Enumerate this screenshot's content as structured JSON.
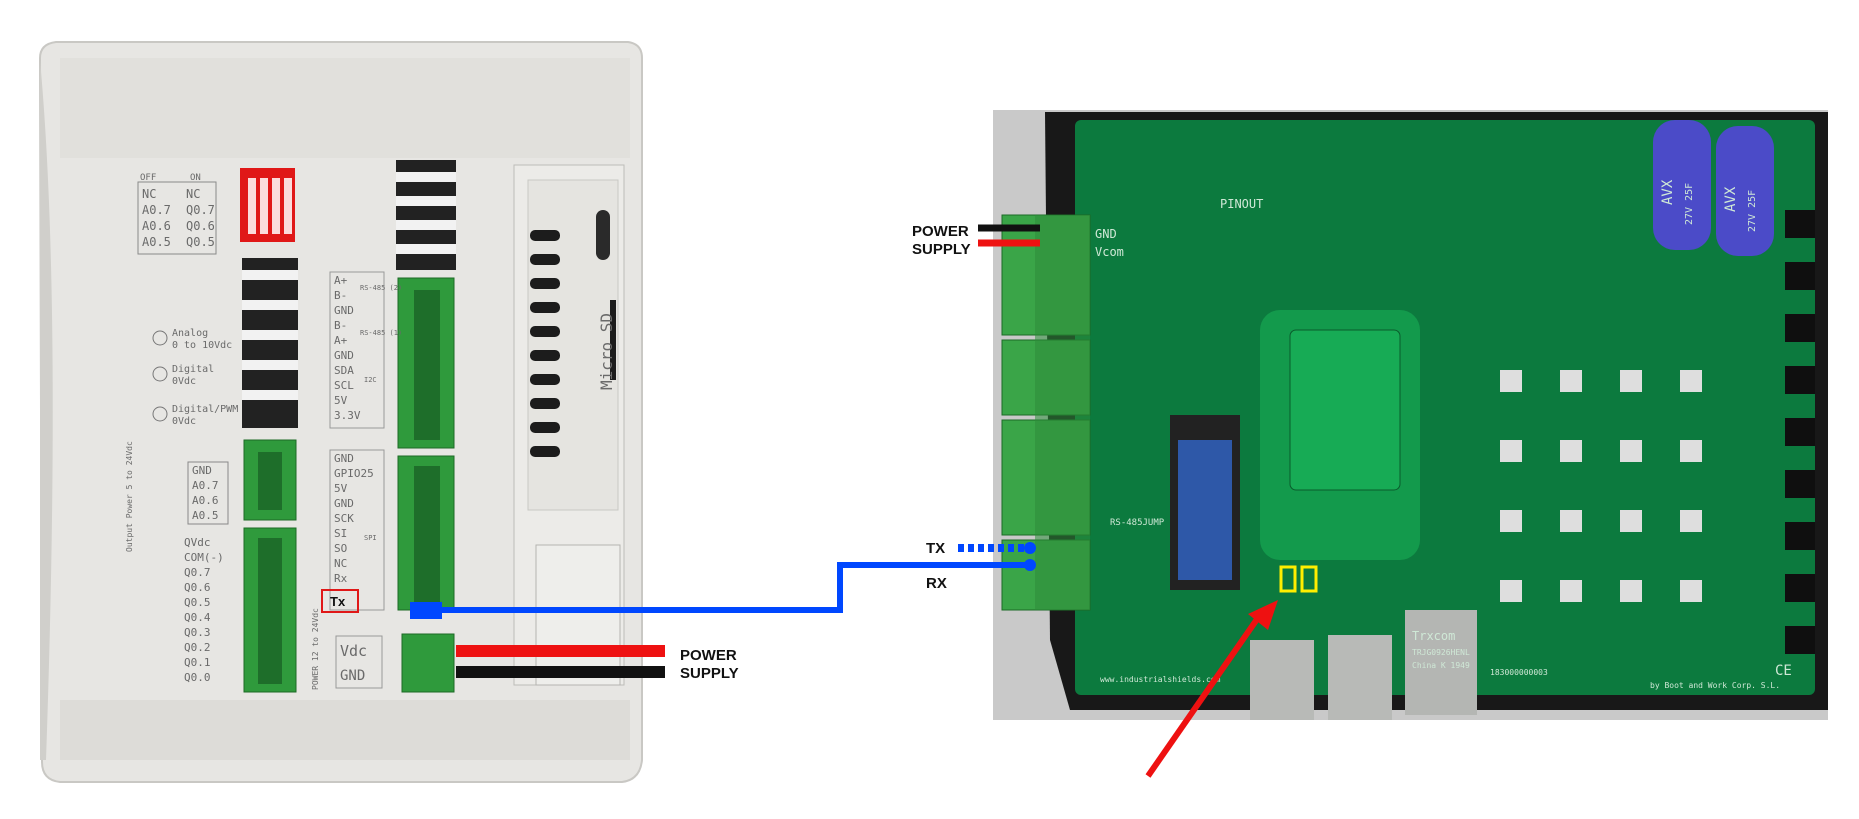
{
  "labels": {
    "power_left": "POWER",
    "supply_left": "SUPPLY",
    "power_right": "POWER",
    "supply_right": "SUPPLY",
    "tx_board": "TX",
    "rx_board": "RX",
    "tx_plc": "Tx"
  },
  "plc": {
    "micro_sd": "Micro SD",
    "dip_left": {
      "off": "OFF",
      "on": "ON",
      "rows": [
        [
          "NC",
          "NC"
        ],
        [
          "A0.7",
          "Q0.7"
        ],
        [
          "A0.6",
          "Q0.6"
        ],
        [
          "A0.5",
          "Q0.5"
        ]
      ]
    },
    "legend": {
      "analog": "Analog",
      "analog_range": "0 to 10Vdc",
      "digital": "Digital",
      "digital_range": "0Vdc",
      "digital_pwm": "Digital/PWM",
      "digital_pwm_range": "0Vdc"
    },
    "inputs": [
      "GND",
      "A0.7",
      "A0.6",
      "A0.5"
    ],
    "outputs": [
      "QVdc",
      "COM(-)",
      "Q0.7",
      "Q0.6",
      "Q0.5",
      "Q0.4",
      "Q0.3",
      "Q0.2",
      "Q0.1",
      "Q0.0"
    ],
    "output_power": "Output Power 5 to 24Vdc",
    "comm_top": [
      "A+",
      "B-",
      "GND",
      "B-",
      "A+",
      "GND",
      "SDA",
      "SCL",
      "5V",
      "3.3V"
    ],
    "comm_tags": {
      "rs485_2": "RS-485 (2)",
      "rs485_1": "RS-485 (1)",
      "i2c": "I2C"
    },
    "comm_bottom": [
      "GND",
      "GPIO25",
      "5V",
      "GND",
      "SCK",
      "SI",
      "SO",
      "NC",
      "Rx"
    ],
    "spi_tag": "SPI",
    "power_tag": "POWER 12 to 24Vdc",
    "vdc": "Vdc",
    "gnd": "GND"
  },
  "board": {
    "silk_gnd": "GND",
    "silk_vcom": "Vcom",
    "silk_pinout": "PINOUT",
    "silk_rs485": "RS-485JUMP",
    "cap_brand": "AVX",
    "cap_value": "27V 25F",
    "ic_brand": "Trxcom",
    "ic_part": "TRJG0926HENL",
    "ic_origin": "China K 1949",
    "website": "www.industrialshields.com",
    "serial": "183000000003",
    "maker": "by Boot and Work Corp. S.L.",
    "ce_mark": "CE"
  },
  "colors": {
    "power_red": "#ee1111",
    "ground_black": "#111111",
    "signal_blue": "#0047ff",
    "highlight_yellow": "#ffee00",
    "pointer_red": "#ee1111"
  }
}
